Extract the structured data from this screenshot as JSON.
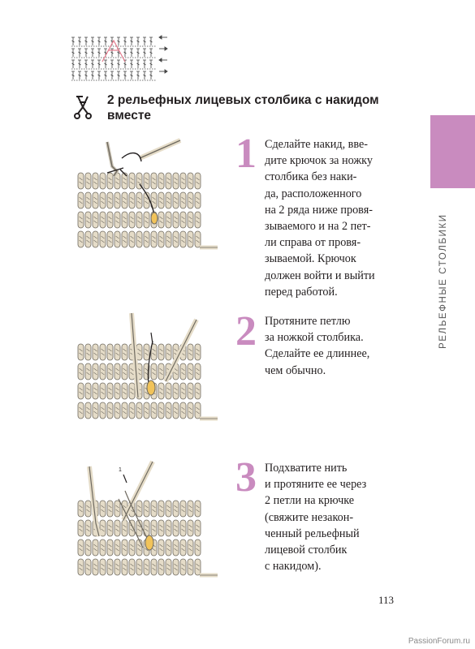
{
  "header": {
    "title": "2 рельефных лицевых столбика с накидом вместе"
  },
  "side_tab": {
    "label": "РЕЛЬЕФНЫЕ СТОЛБИКИ",
    "color": "#c98bbf"
  },
  "steps": [
    {
      "number": "1",
      "text": "Сделайте накид, вве-\nдите крючок за ножку\nстолбика без наки-\nда, расположенного\nна 2 ряда ниже провя-\nзываемого и на 2 пет-\nли справа от провя-\nзываемой. Крючок\nдолжен войти и выйти\nперед работой."
    },
    {
      "number": "2",
      "text": "Протяните петлю\nза ножкой столбика.\nСделайте ее длиннее,\nчем обычно."
    },
    {
      "number": "3",
      "text": "Подхватите нить\nи протяните ее через\n2 петли на крючке\n(свяжите незакон-\nченный рельефный\nлицевой столбик\nс накидом)."
    }
  ],
  "illustrations": {
    "step3_label": "1"
  },
  "footer": {
    "page_number": "113",
    "watermark": "PassionForum.ru"
  },
  "colors": {
    "accent": "#c98bbf",
    "yarn": "#e5dcc8",
    "yarn_outline": "#6f6a60",
    "highlight": "#f1c35a",
    "chart_accent": "#e47a8c"
  }
}
